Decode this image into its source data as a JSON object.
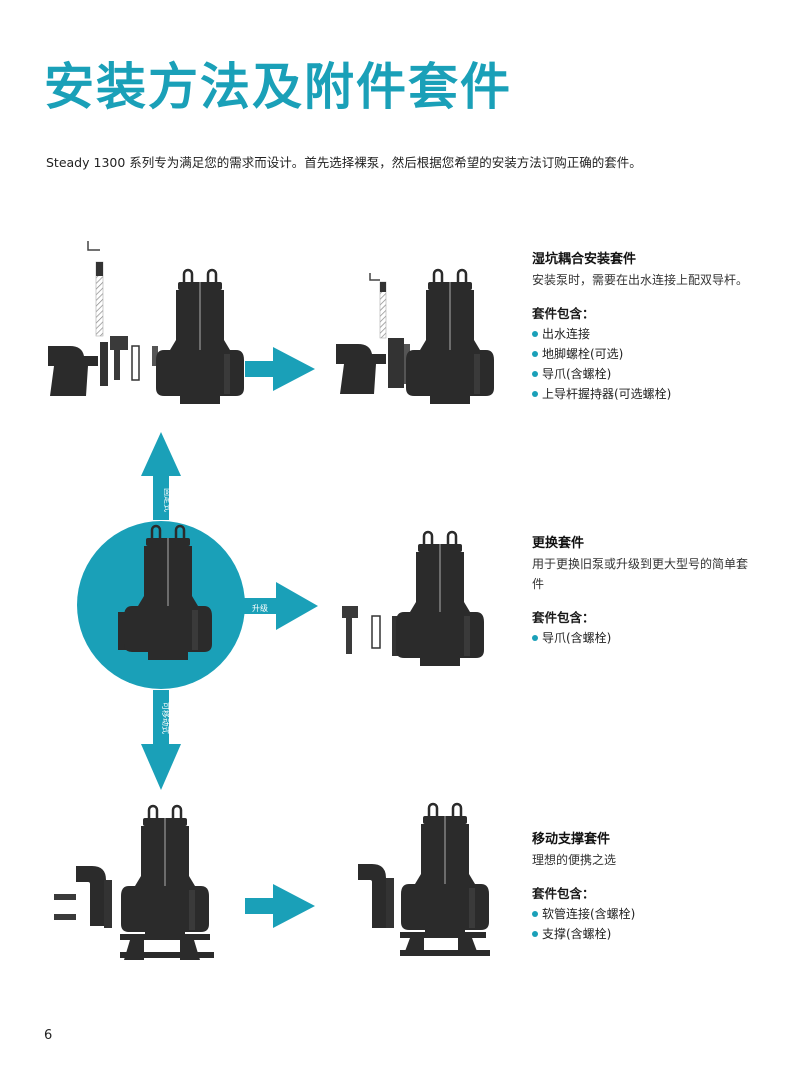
{
  "page": {
    "title": "安装方法及附件套件",
    "intro": "Steady 1300 系列专为满足您的需求而设计。首先选择裸泵，然后根据您希望的安装方法订购正确的套件。",
    "page_number": "6"
  },
  "diagram": {
    "label_fixed": "固定式",
    "label_upgrade": "升级",
    "label_portable": "可移动式",
    "accent_color": "#1aa0b8",
    "pump_color": "#2b2b2b"
  },
  "blocks": [
    {
      "heading": "湿坑耦合安装套件",
      "desc": "安装泵时，需要在出水连接上配双导杆。",
      "includes_label": "套件包含：",
      "items": [
        "出水连接",
        "地脚螺栓(可选)",
        "导爪(含螺栓)",
        "上导杆握持器(可选螺栓)"
      ]
    },
    {
      "heading": "更换套件",
      "desc": "用于更换旧泵或升级到更大型号的简单套件",
      "includes_label": "套件包含：",
      "items": [
        "导爪(含螺栓)"
      ]
    },
    {
      "heading": "移动支撑套件",
      "desc": "理想的便携之选",
      "includes_label": "套件包含：",
      "items": [
        "软管连接(含螺栓)",
        "支撑(含螺栓)"
      ]
    }
  ]
}
